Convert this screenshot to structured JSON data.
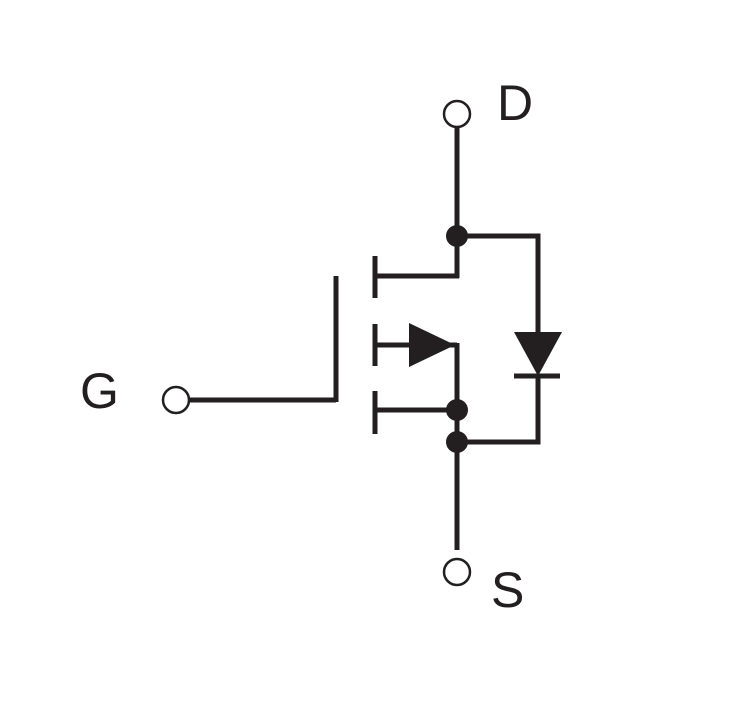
{
  "diagram": {
    "labels": {
      "drain": "D",
      "gate": "G",
      "source": "S"
    },
    "colors": {
      "ink": "#231f20",
      "background": "#ffffff"
    }
  }
}
